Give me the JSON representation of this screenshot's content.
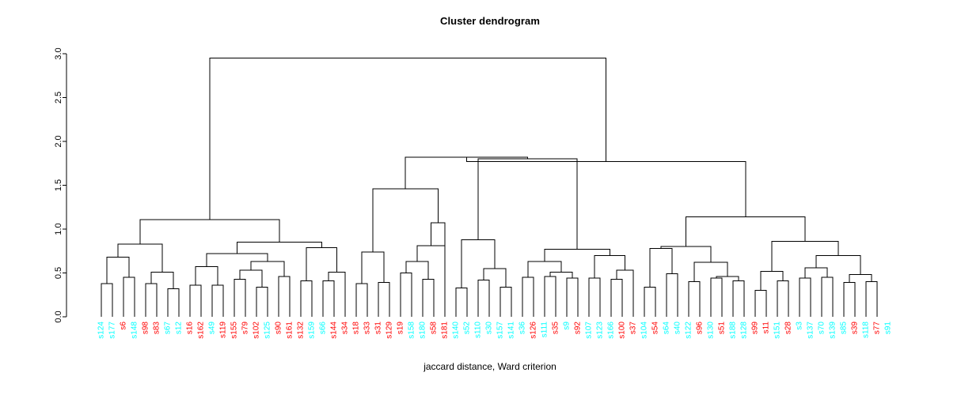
{
  "chart_data": {
    "type": "dendrogram",
    "title": "Cluster dendrogram",
    "xlabel": "jaccard distance, Ward criterion",
    "ylabel": "",
    "ylim": [
      0.0,
      3.0
    ],
    "yticks": [
      "0.0",
      "0.5",
      "1.0",
      "1.5",
      "2.0",
      "2.5",
      "3.0"
    ],
    "ytick_values": [
      0.0,
      0.5,
      1.0,
      1.5,
      2.0,
      2.5,
      3.0
    ],
    "grid": false,
    "legend": "none",
    "colors": {
      "cluster_1": "#00FFFF",
      "cluster_2": "#FF0000",
      "branch": "#000000",
      "axis": "#000000",
      "background": "#FFFFFF"
    },
    "leaves": [
      {
        "label": "s124",
        "color": "#00FFFF"
      },
      {
        "label": "s177",
        "color": "#00FFFF"
      },
      {
        "label": "s6",
        "color": "#FF0000"
      },
      {
        "label": "s148",
        "color": "#00FFFF"
      },
      {
        "label": "s98",
        "color": "#FF0000"
      },
      {
        "label": "s83",
        "color": "#FF0000"
      },
      {
        "label": "s67",
        "color": "#00FFFF"
      },
      {
        "label": "s12",
        "color": "#00FFFF"
      },
      {
        "label": "s16",
        "color": "#FF0000"
      },
      {
        "label": "s162",
        "color": "#FF0000"
      },
      {
        "label": "s49",
        "color": "#00FFFF"
      },
      {
        "label": "s119",
        "color": "#FF0000"
      },
      {
        "label": "s155",
        "color": "#FF0000"
      },
      {
        "label": "s79",
        "color": "#FF0000"
      },
      {
        "label": "s102",
        "color": "#FF0000"
      },
      {
        "label": "s125",
        "color": "#00FFFF"
      },
      {
        "label": "s90",
        "color": "#FF0000"
      },
      {
        "label": "s161",
        "color": "#FF0000"
      },
      {
        "label": "s132",
        "color": "#FF0000"
      },
      {
        "label": "s159",
        "color": "#00FFFF"
      },
      {
        "label": "s66",
        "color": "#00FFFF"
      },
      {
        "label": "s144",
        "color": "#FF0000"
      },
      {
        "label": "s34",
        "color": "#FF0000"
      },
      {
        "label": "s18",
        "color": "#FF0000"
      },
      {
        "label": "s33",
        "color": "#FF0000"
      },
      {
        "label": "s31",
        "color": "#FF0000"
      },
      {
        "label": "s129",
        "color": "#FF0000"
      },
      {
        "label": "s19",
        "color": "#FF0000"
      },
      {
        "label": "s158",
        "color": "#00FFFF"
      },
      {
        "label": "s180",
        "color": "#00FFFF"
      },
      {
        "label": "s58",
        "color": "#FF0000"
      },
      {
        "label": "s181",
        "color": "#FF0000"
      },
      {
        "label": "s140",
        "color": "#00FFFF"
      },
      {
        "label": "s52",
        "color": "#00FFFF"
      },
      {
        "label": "s110",
        "color": "#00FFFF"
      },
      {
        "label": "s30",
        "color": "#00FFFF"
      },
      {
        "label": "s157",
        "color": "#00FFFF"
      },
      {
        "label": "s141",
        "color": "#00FFFF"
      },
      {
        "label": "s36",
        "color": "#00FFFF"
      },
      {
        "label": "s126",
        "color": "#FF0000"
      },
      {
        "label": "s111",
        "color": "#00FFFF"
      },
      {
        "label": "s35",
        "color": "#FF0000"
      },
      {
        "label": "s9",
        "color": "#00FFFF"
      },
      {
        "label": "s92",
        "color": "#FF0000"
      },
      {
        "label": "s107",
        "color": "#00FFFF"
      },
      {
        "label": "s123",
        "color": "#00FFFF"
      },
      {
        "label": "s166",
        "color": "#00FFFF"
      },
      {
        "label": "s100",
        "color": "#FF0000"
      },
      {
        "label": "s37",
        "color": "#FF0000"
      },
      {
        "label": "s104",
        "color": "#00FFFF"
      },
      {
        "label": "s54",
        "color": "#FF0000"
      },
      {
        "label": "s64",
        "color": "#00FFFF"
      },
      {
        "label": "s40",
        "color": "#00FFFF"
      },
      {
        "label": "s122",
        "color": "#00FFFF"
      },
      {
        "label": "s96",
        "color": "#FF0000"
      },
      {
        "label": "s130",
        "color": "#00FFFF"
      },
      {
        "label": "s51",
        "color": "#FF0000"
      },
      {
        "label": "s188",
        "color": "#00FFFF"
      },
      {
        "label": "s128",
        "color": "#00FFFF"
      },
      {
        "label": "s99",
        "color": "#FF0000"
      },
      {
        "label": "s11",
        "color": "#FF0000"
      },
      {
        "label": "s151",
        "color": "#00FFFF"
      },
      {
        "label": "s28",
        "color": "#FF0000"
      },
      {
        "label": "s3",
        "color": "#00FFFF"
      },
      {
        "label": "s137",
        "color": "#00FFFF"
      },
      {
        "label": "s70",
        "color": "#00FFFF"
      },
      {
        "label": "s139",
        "color": "#00FFFF"
      },
      {
        "label": "s85",
        "color": "#00FFFF"
      },
      {
        "label": "s39",
        "color": "#FF0000"
      },
      {
        "label": "s118",
        "color": "#00FFFF"
      },
      {
        "label": "s77",
        "color": "#FF0000"
      },
      {
        "label": "s91",
        "color": "#00FFFF"
      }
    ],
    "merges": [
      {
        "id": "m1",
        "left": "L0",
        "right": "L1",
        "height": 0.38
      },
      {
        "id": "m2",
        "left": "L2",
        "right": "L3",
        "height": 0.45
      },
      {
        "id": "m3",
        "left": "m1",
        "right": "m2",
        "height": 0.68
      },
      {
        "id": "m4",
        "left": "L4",
        "right": "L5",
        "height": 0.38
      },
      {
        "id": "m5",
        "left": "L6",
        "right": "L7",
        "height": 0.32
      },
      {
        "id": "m6",
        "left": "m4",
        "right": "m5",
        "height": 0.51
      },
      {
        "id": "m7",
        "left": "m3",
        "right": "m6",
        "height": 0.83
      },
      {
        "id": "m8",
        "left": "L8",
        "right": "L9",
        "height": 0.36
      },
      {
        "id": "m9",
        "left": "L10",
        "right": "L11",
        "height": 0.36
      },
      {
        "id": "m10",
        "left": "m8",
        "right": "m9",
        "height": 0.57
      },
      {
        "id": "m11",
        "left": "L12",
        "right": "L13",
        "height": 0.43
      },
      {
        "id": "m12",
        "left": "L14",
        "right": "L15",
        "height": 0.34
      },
      {
        "id": "m13",
        "left": "m11",
        "right": "m12",
        "height": 0.53
      },
      {
        "id": "m14",
        "left": "L16",
        "right": "L17",
        "height": 0.46
      },
      {
        "id": "m15",
        "left": "m13",
        "right": "m14",
        "height": 0.63
      },
      {
        "id": "m16",
        "left": "m10",
        "right": "m15",
        "height": 0.72
      },
      {
        "id": "m17",
        "left": "L18",
        "right": "L19",
        "height": 0.41
      },
      {
        "id": "m18",
        "left": "L20",
        "right": "L21",
        "height": 0.41
      },
      {
        "id": "m19",
        "left": "L22",
        "right": "m18",
        "height": 0.51
      },
      {
        "id": "m20",
        "left": "m17",
        "right": "m19",
        "height": 0.79
      },
      {
        "id": "m21",
        "left": "m16",
        "right": "m20",
        "height": 0.85
      },
      {
        "id": "m22",
        "left": "m7",
        "right": "m21",
        "height": 1.11
      },
      {
        "id": "m23",
        "left": "L23",
        "right": "L24",
        "height": 0.38
      },
      {
        "id": "m24",
        "left": "L25",
        "right": "L26",
        "height": 0.39
      },
      {
        "id": "m25",
        "left": "m23",
        "right": "m24",
        "height": 0.74
      },
      {
        "id": "m26",
        "left": "L27",
        "right": "L28",
        "height": 0.5
      },
      {
        "id": "m27",
        "left": "L29",
        "right": "L30",
        "height": 0.43
      },
      {
        "id": "m28",
        "left": "m26",
        "right": "m27",
        "height": 0.63
      },
      {
        "id": "m29",
        "left": "m28",
        "right": "L31",
        "height": 0.81
      },
      {
        "id": "m30",
        "left": "m29",
        "right": "L31b",
        "height": 1.07
      },
      {
        "id": "m31",
        "left": "m25",
        "right": "m30",
        "height": 1.46
      },
      {
        "id": "m32",
        "left": "L32",
        "right": "L33",
        "height": 0.33
      },
      {
        "id": "m33",
        "left": "L34",
        "right": "L35",
        "height": 0.42
      },
      {
        "id": "m34",
        "left": "L36",
        "right": "L37",
        "height": 0.34
      },
      {
        "id": "m35",
        "left": "m33",
        "right": "m34",
        "height": 0.55
      },
      {
        "id": "m36",
        "left": "m32",
        "right": "m35",
        "height": 0.88
      },
      {
        "id": "m37",
        "left": "L38",
        "right": "L39",
        "height": 0.45
      },
      {
        "id": "m38",
        "left": "L40",
        "right": "L41",
        "height": 0.46
      },
      {
        "id": "m39",
        "left": "L42",
        "right": "L43",
        "height": 0.44
      },
      {
        "id": "m40",
        "left": "m38",
        "right": "m39",
        "height": 0.51
      },
      {
        "id": "m41",
        "left": "m37",
        "right": "m40",
        "height": 0.63
      },
      {
        "id": "m42",
        "left": "L44",
        "right": "L45",
        "height": 0.44
      },
      {
        "id": "m43",
        "left": "L46",
        "right": "L47",
        "height": 0.43
      },
      {
        "id": "m44",
        "left": "m43",
        "right": "L48",
        "height": 0.53
      },
      {
        "id": "m45",
        "left": "m42",
        "right": "m44",
        "height": 0.7
      },
      {
        "id": "m46",
        "left": "m41",
        "right": "m45",
        "height": 0.77
      },
      {
        "id": "m47",
        "left": "m36",
        "right": "m46",
        "height": 1.8
      },
      {
        "id": "m48",
        "left": "m31",
        "right": "m47",
        "height": 1.82
      },
      {
        "id": "m49",
        "left": "L49",
        "right": "L50",
        "height": 0.34
      },
      {
        "id": "m50",
        "left": "L51",
        "right": "L52",
        "height": 0.49
      },
      {
        "id": "m51",
        "left": "m49",
        "right": "m50",
        "height": 0.78
      },
      {
        "id": "m52",
        "left": "L53",
        "right": "L54",
        "height": 0.4
      },
      {
        "id": "m53",
        "left": "L55",
        "right": "L56",
        "height": 0.44
      },
      {
        "id": "m54",
        "left": "L57",
        "right": "L58",
        "height": 0.41
      },
      {
        "id": "m55",
        "left": "m53",
        "right": "m54",
        "height": 0.46
      },
      {
        "id": "m56",
        "left": "m52",
        "right": "m55",
        "height": 0.62
      },
      {
        "id": "m57",
        "left": "m51",
        "right": "m56",
        "height": 0.8
      },
      {
        "id": "m58",
        "left": "L59",
        "right": "L60",
        "height": 0.3
      },
      {
        "id": "m59",
        "left": "L61",
        "right": "L62",
        "height": 0.41
      },
      {
        "id": "m60",
        "left": "m58",
        "right": "m59",
        "height": 0.52
      },
      {
        "id": "m61",
        "left": "L63",
        "right": "L64",
        "height": 0.44
      },
      {
        "id": "m62",
        "left": "L65",
        "right": "L66",
        "height": 0.45
      },
      {
        "id": "m63",
        "left": "m61",
        "right": "m62",
        "height": 0.56
      },
      {
        "id": "m64",
        "left": "L67",
        "right": "L68",
        "height": 0.39
      },
      {
        "id": "m65",
        "left": "L69",
        "right": "L70",
        "height": 0.4
      },
      {
        "id": "m66",
        "left": "m64",
        "right": "m65",
        "height": 0.48
      },
      {
        "id": "m67",
        "left": "m63",
        "right": "m66",
        "height": 0.7
      },
      {
        "id": "m68",
        "left": "m60",
        "right": "m67",
        "height": 0.86
      },
      {
        "id": "m69",
        "left": "m57",
        "right": "m68",
        "height": 1.14
      },
      {
        "id": "m70",
        "left": "m48",
        "right": "m69",
        "height": 1.77
      },
      {
        "id": "m71",
        "left": "m22",
        "right": "m70",
        "height": 2.95
      }
    ]
  },
  "axis": {
    "tick_labels": [
      "0.0",
      "0.5",
      "1.0",
      "1.5",
      "2.0",
      "2.5",
      "3.0"
    ]
  }
}
